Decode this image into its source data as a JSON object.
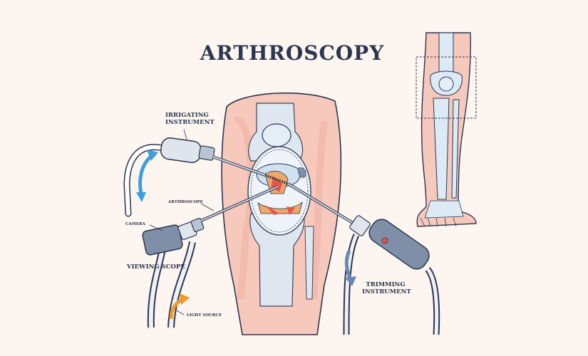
{
  "title": "ARTHROSCOPY",
  "labels": {
    "irrigating_line1": "IRRIGATING",
    "irrigating_line2": "INSTRUMENT",
    "arthroscope": "ARTHROSCOPE",
    "camera": "CAMERA",
    "viewing_scope": "VIEWING SCOPE",
    "light_source": "LIGHT SOURCE",
    "trimming_line1": "TRIMMING",
    "trimming_line2": "INSTRUMENT"
  },
  "colors": {
    "background": "#fdf5ef",
    "outline": "#2c3650",
    "skin": "#f7c9bd",
    "bone": "#cfe2f2",
    "instrument": "#7f8fa8",
    "tissue_red": "#e5564b",
    "tissue_orange": "#f0a868",
    "irrigation_arrow": "#3d9ee0",
    "light_arrow": "#f09a2a",
    "trimming_arrow": "#6b86b8"
  },
  "icons": {
    "irrigation_flow": "double-arrow-icon",
    "light_flow": "arrow-up-icon",
    "trimming_flow": "arrow-down-icon"
  }
}
